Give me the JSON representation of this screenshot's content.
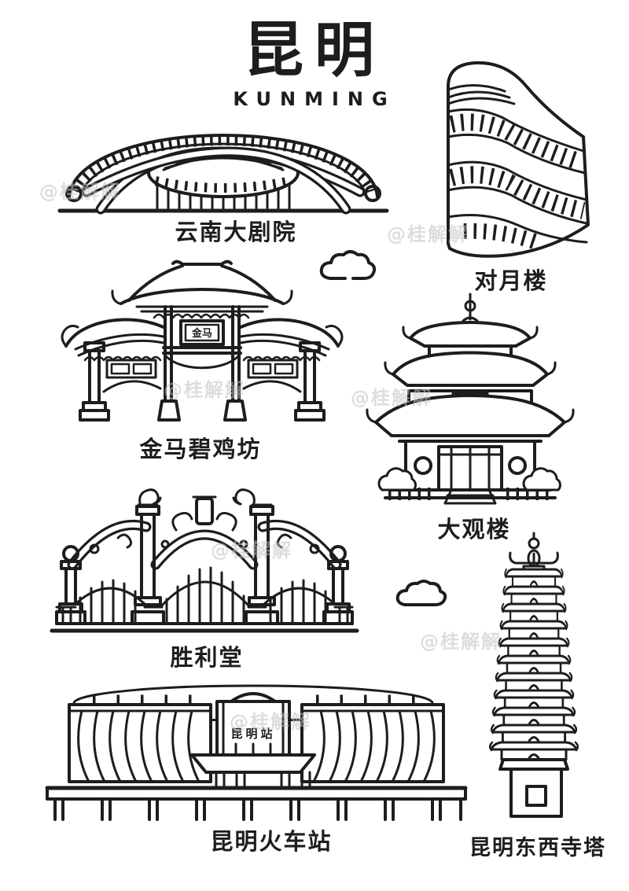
{
  "page": {
    "title": "昆明",
    "subtitle": "KUNMING"
  },
  "watermark": {
    "text": "@桂解解"
  },
  "landmarks": [
    {
      "id": "yunnan-grand-theatre",
      "label": "云南大剧院"
    },
    {
      "id": "duiyue-tower",
      "label": "对月楼"
    },
    {
      "id": "jinma-biji-archway",
      "label": "金马碧鸡坊",
      "plaque_text": "金马"
    },
    {
      "id": "daguan-tower",
      "label": "大观楼"
    },
    {
      "id": "victory-hall",
      "label": "胜利堂"
    },
    {
      "id": "kunming-railway-station",
      "label": "昆明火车站",
      "sign_text": "昆明站"
    },
    {
      "id": "east-west-temple-pagodas",
      "label": "昆明东西寺塔"
    }
  ],
  "doodles": [
    {
      "id": "cloud-1"
    },
    {
      "id": "cloud-2"
    }
  ],
  "colors": {
    "background": "#ffffff",
    "line": "#1d1d1d",
    "watermark": "#c3c3c3"
  }
}
